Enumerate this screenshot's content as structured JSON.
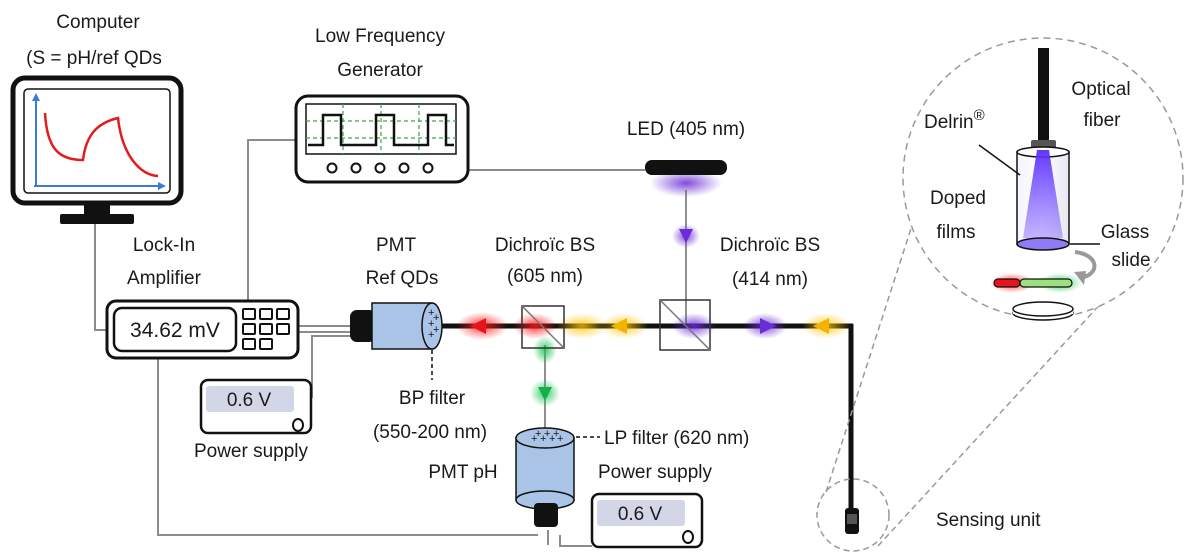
{
  "labels": {
    "computer_line1": "Computer",
    "computer_line2": "(S = pH/ref QDs",
    "lfg_line1": "Low Frequency",
    "lfg_line2": "Generator",
    "led": "LED (405 nm)",
    "lockin_line1": "Lock-In",
    "lockin_line2": "Amplifier",
    "lockin_value": "34.62 mV",
    "pmt_ref_line1": "PMT",
    "pmt_ref_line2": "Ref QDs",
    "bs1_line1": "Dichroïc BS",
    "bs1_line2": "(605 nm)",
    "bs2_line1": "Dichroïc BS",
    "bs2_line2": "(414 nm)",
    "bp_line1": "BP filter",
    "bp_line2": "(550-200 nm)",
    "ps1_value": "0.6 V",
    "ps1_label": "Power supply",
    "lp_filter": "LP filter (620 nm)",
    "pmt_ph": "PMT pH",
    "ps2_label": "Power supply",
    "ps2_value": "0.6 V",
    "sensing_unit": "Sensing unit",
    "optical_line1": "Optical",
    "optical_line2": "fiber",
    "delrin": "Delrin",
    "delrin_mark": "®",
    "doped_line1": "Doped",
    "doped_line2": "films",
    "glass_line1": "Glass",
    "glass_line2": "slide"
  },
  "colors": {
    "violet": "#6a2bd8",
    "amber": "#f2b400",
    "red": "#e8131c",
    "green": "#12b04a",
    "pmt_blue": "#a9c4e6",
    "display_grey": "#d3d6e6",
    "lockin_display": "#ffffff",
    "curve_red": "#e31b1b",
    "axis_blue": "#3a7bd5",
    "grid_green": "#3aa64a"
  },
  "icons": {
    "computer": "monitor-icon",
    "generator": "oscilloscope-icon",
    "led": "led-icon",
    "lockin": "keypad-icon",
    "pmt": "photomultiplier-icon",
    "beamsplitter": "beamsplitter-icon",
    "fiber": "optical-fiber-icon",
    "sensor": "sensor-head-icon"
  }
}
